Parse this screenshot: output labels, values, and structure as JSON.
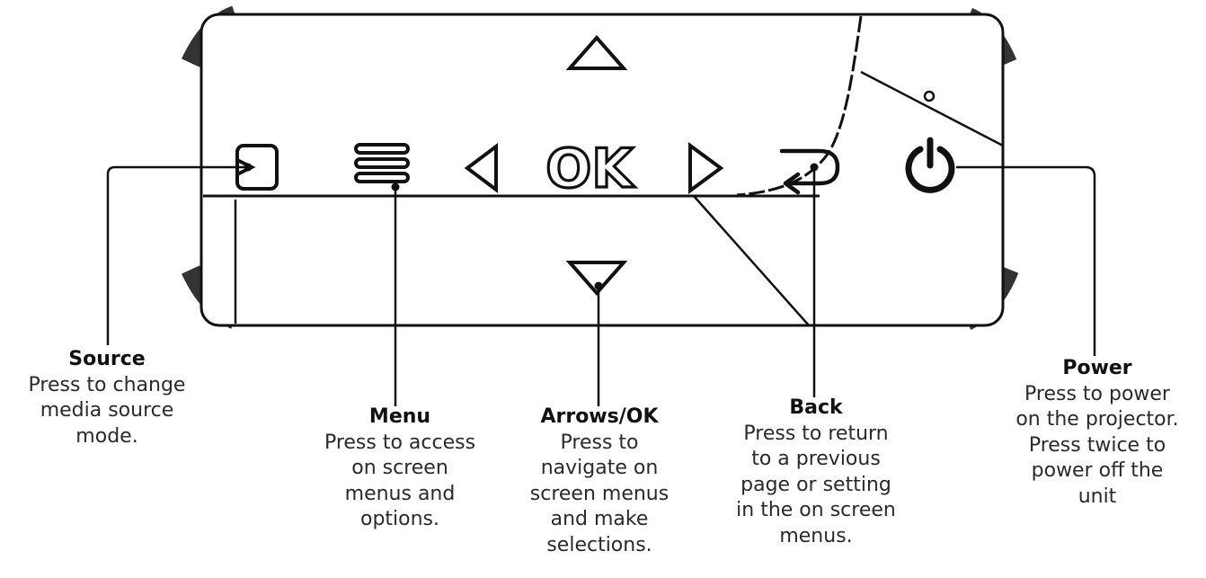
{
  "panel": {
    "ok_text": "OK"
  },
  "callouts": {
    "source": {
      "title": "Source",
      "description": "Press to change\nmedia source\nmode."
    },
    "menu": {
      "title": "Menu",
      "description": "Press to access\non screen\nmenus and\noptions."
    },
    "arrows_ok": {
      "title": "Arrows/OK",
      "description": "Press to\nnavigate on\nscreen menus\nand make\nselections."
    },
    "back": {
      "title": "Back",
      "description": "Press to return\nto a previous\npage or setting\nin the on screen\nmenus."
    },
    "power": {
      "title": "Power",
      "description": "Press to power\non the projector.\nPress twice to\npower off the\nunit"
    }
  },
  "icons": [
    "source-icon",
    "menu-icon",
    "arrow-left-icon",
    "arrow-right-icon",
    "arrow-up-icon",
    "arrow-down-icon",
    "back-icon",
    "power-icon"
  ],
  "colors": {
    "line": "#1a1a1a",
    "text": "#2a2a2a"
  }
}
